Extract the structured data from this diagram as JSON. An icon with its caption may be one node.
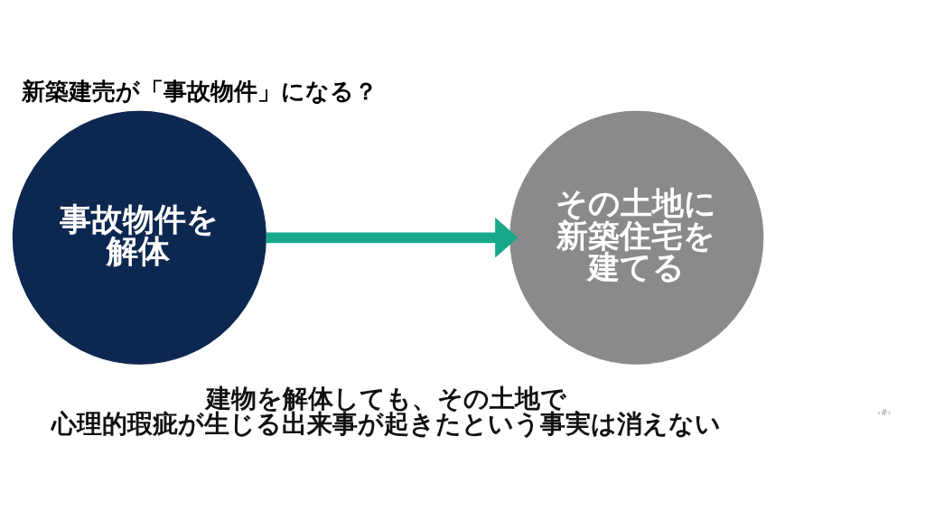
{
  "diagram": {
    "title": "新築建売が「事故物件」になる？",
    "nodes": [
      {
        "text": [
          "事故物件を解体"
        ]
      },
      {
        "text": [
          "その土地に新築住宅を建てる"
        ]
      }
    ],
    "edges": [
      {
        "from": 0,
        "to": 1,
        "arrow": "to"
      }
    ],
    "labels": [
      "建物を解体しても、その土地で心理的瑕疵が生じる出来事が起きたという事実は消えない",
      "‹#›"
    ]
  }
}
